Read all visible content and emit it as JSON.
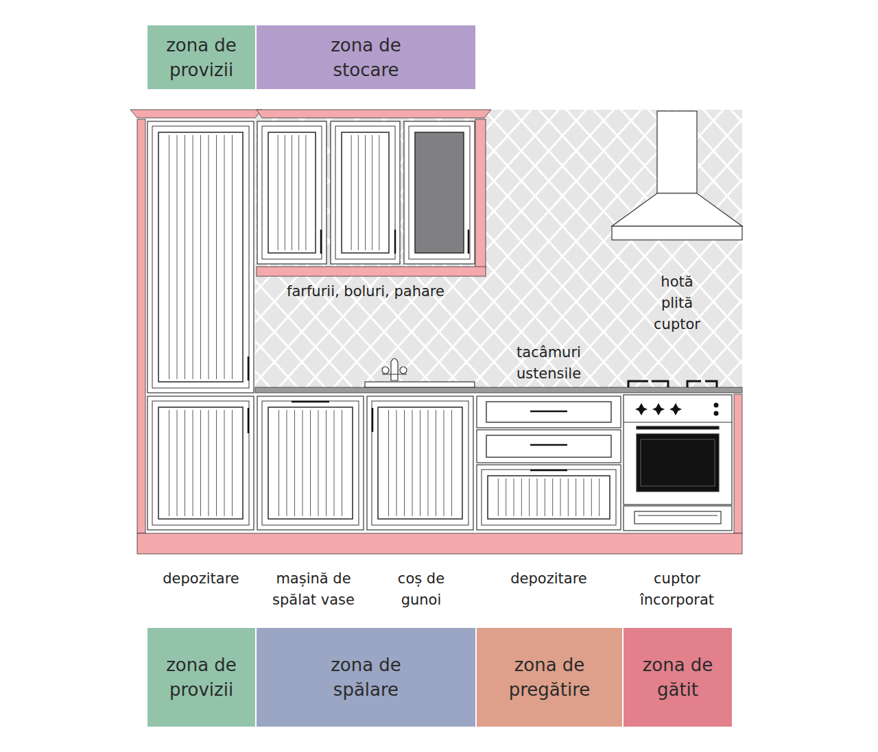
{
  "diagram": {
    "nodes": [
      {
        "text": [
          "zona de provizii"
        ]
      },
      {
        "text": [
          "zona de stocare"
        ]
      },
      {
        "text": [
          "zona de provizii"
        ]
      },
      {
        "text": [
          "zona de spălare"
        ]
      },
      {
        "text": [
          "zona de pregătire"
        ]
      },
      {
        "text": [
          "zona de gătit"
        ]
      }
    ],
    "labels": [
      "farfurii, boluri, pahare",
      "hotă plită cuptor",
      "tacâmuri ustensile",
      "depozitare",
      "mașină de spălat vase",
      "coș de gunoi",
      "depozitare",
      "cuptor încorporat"
    ]
  }
}
